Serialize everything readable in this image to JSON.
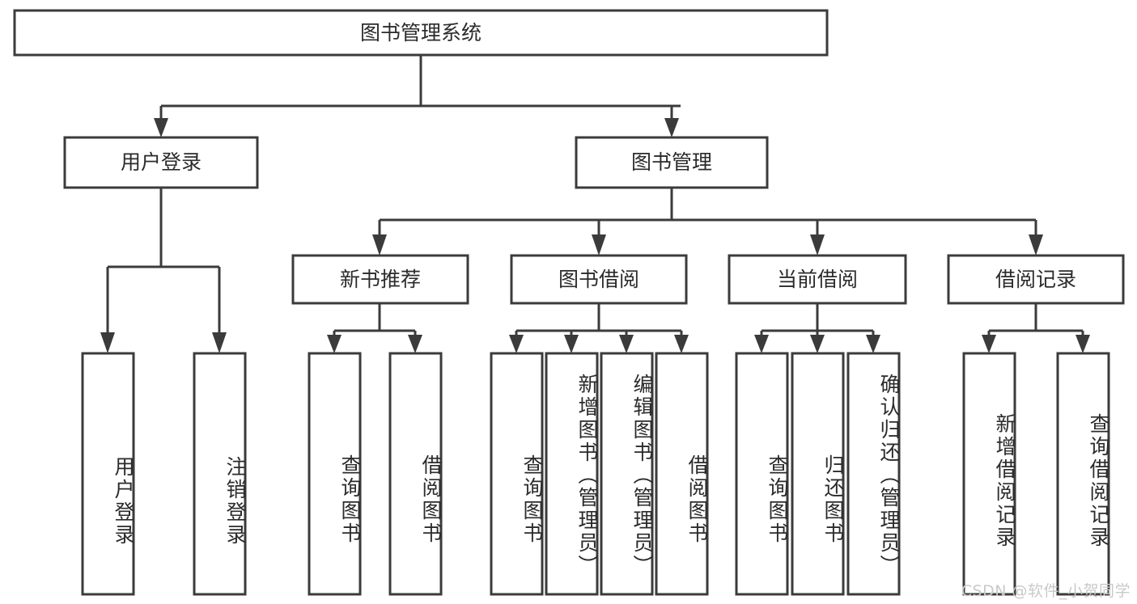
{
  "diagram": {
    "type": "hierarchy-tree",
    "title": "图书管理系统",
    "levels": {
      "root": {
        "label": "图书管理系统"
      },
      "level2": [
        {
          "label": "用户登录"
        },
        {
          "label": "图书管理"
        }
      ],
      "level3": [
        {
          "label": "新书推荐"
        },
        {
          "label": "图书借阅"
        },
        {
          "label": "当前借阅"
        },
        {
          "label": "借阅记录"
        }
      ],
      "leaves": {
        "user_login": [
          {
            "label": "用户登录"
          },
          {
            "label": "注销登录"
          }
        ],
        "new_book_recommend": [
          {
            "label": "查询图书"
          },
          {
            "label": "借阅图书"
          }
        ],
        "book_borrow": [
          {
            "label": "查询图书"
          },
          {
            "label": "新增图书（管理员）"
          },
          {
            "label": "编辑图书（管理员）"
          },
          {
            "label": "借阅图书"
          }
        ],
        "current_borrow": [
          {
            "label": "查询图书"
          },
          {
            "label": "归还图书"
          },
          {
            "label": "确认归还（管理员）"
          }
        ],
        "borrow_record": [
          {
            "label": "新增借阅记录"
          },
          {
            "label": "查询借阅记录"
          }
        ]
      }
    },
    "watermark": "CSDN @软件_小贺同学",
    "colors": {
      "box_stroke": "#3b3b3b",
      "box_fill": "#ffffff",
      "text": "#2b2b2b",
      "watermark": "#c9c9c9",
      "background": "#ffffff"
    }
  }
}
